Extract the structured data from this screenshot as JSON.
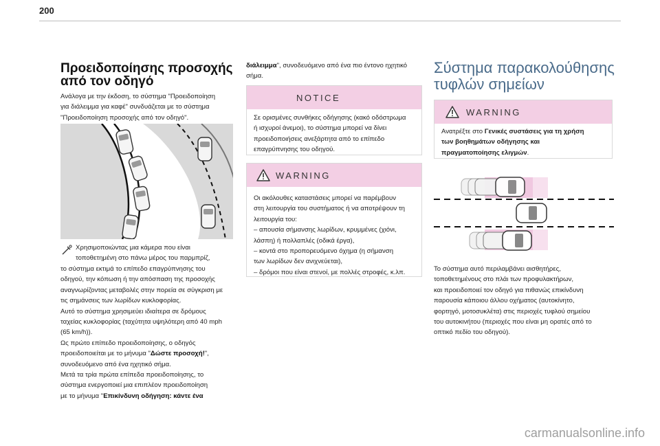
{
  "page": {
    "number": "200"
  },
  "left_column": {
    "heading_line1": "Προειδοποίησης προσοχής",
    "heading_line2": "από τον οδηγό",
    "intro": [
      "Ανάλογα με την έκδοση, το σύστημα \"Προειδοποίηση",
      "για διάλειμμα για καφέ\" συνδυάζεται με το σύστημα",
      "\"Προειδοποίηση προσοχής από τον οδηγό\"."
    ],
    "camera_note": [
      "Χρησιμοποιώντας μια κάμερα που είναι",
      "τοποθετημένη στο πάνω μέρος του παρμπρίζ,"
    ],
    "body_lines": [
      "το σύστημα εκτιμά το επίπεδο επαγρύπνησης του",
      "οδηγού, την κόπωση ή την απόσπαση της προσοχής",
      "αναγνωρίζοντας μεταβολές στην πορεία σε σύγκριση με",
      "τις σημάνσεις των λωρίδων κυκλοφορίας.",
      "Αυτό το σύστημα χρησιμεύει ιδιαίτερα σε δρόμους",
      "ταχείας κυκλοφορίας (ταχύτητα υψηλότερη από 40 mph",
      "(65 km/h)).",
      "Ως πρώτο επίπεδο προειδοποίησης, ο οδηγός",
      "προειδοποιείται με το μήνυμα \""
    ],
    "msg_take_break": "Δώστε προσοχή!",
    "msg_take_break_after": "\",",
    "body_lines_2": [
      "συνοδευόμενο από ένα ηχητικό σήμα.",
      "Μετά τα τρία πρώτα επίπεδα προειδοποίησης, το",
      "σύστημα ενεργοποιεί μια επιπλέον προειδοποίηση",
      "με το μήνυμα \""
    ],
    "msg_danger": "Επικίνδυνη οδήγηση: κάντε ένα"
  },
  "middle_column": {
    "continued_bold": "διάλειμμα",
    "continued_rest": "\", συνοδευόμενο από ένα πιο έντονο ηχητικό",
    "continued_line2": "σήμα.",
    "notice": {
      "title": "NOTICE",
      "lines": [
        "Σε ορισμένες συνθήκες οδήγησης (κακό οδόστρωμα",
        "ή ισχυροί άνεμοι), το σύστημα μπορεί να δίνει",
        "προειδοποιήσεις ανεξάρτητα από το επίπεδο",
        "επαγρύπνησης του οδηγού."
      ]
    },
    "warning": {
      "title": "WARNING",
      "lines": [
        "Οι ακόλουθες καταστάσεις μπορεί να παρέμβουν",
        "στη λειτουργία του συστήματος ή να αποτρέψουν τη",
        "λειτουργία του:",
        "–  απουσία σήμανσης λωρίδων, κρυμμένες (χιόνι,",
        "λάσπη) ή πολλαπλές (οδικά έργα),",
        "–  κοντά στο προπορευόμενο όχημα (η σήμανση",
        "των λωρίδων δεν ανιχνεύεται),",
        "–  δρόμοι που είναι στενοί, με πολλές στροφές, κ.λπ."
      ]
    }
  },
  "right_column": {
    "heading_line1": "Σύστημα παρακολούθησης",
    "heading_line2": "τυφλών σημείων",
    "warning": {
      "title": "WARNING",
      "prefix": "Ανατρέξτε στο ",
      "bold_1": "Γενικές συστάσεις για τη χρήση",
      "bold_2": "των βοηθημάτων οδήγησης και",
      "bold_3": "πραγματοποίησης ελιγμών",
      "suffix": "."
    },
    "description": [
      "Το σύστημα αυτό περιλαμβάνει αισθητήρες,",
      "τοποθετημένους στο πλάι των προφυλακτήρων,",
      "και προειδοποιεί τον οδηγό για πιθανώς επικίνδυνη",
      "παρουσία κάποιου άλλου οχήματος (αυτοκίνητο,",
      "φορτηγό, μοτοσυκλέτα) στις περιοχές τυφλού σημείου",
      "του αυτοκινήτου (περιοχές που είναι μη ορατές από το",
      "οπτικό πεδίο του οδηγού)."
    ]
  },
  "footer": {
    "watermark": "carmanualsonline.info"
  },
  "colors": {
    "box_header": "#f3cfe4",
    "heading_light": "#4a6b8a",
    "blind_spot_zone": "#f0c8e0",
    "illustration_bg": "#d9d9d9"
  }
}
